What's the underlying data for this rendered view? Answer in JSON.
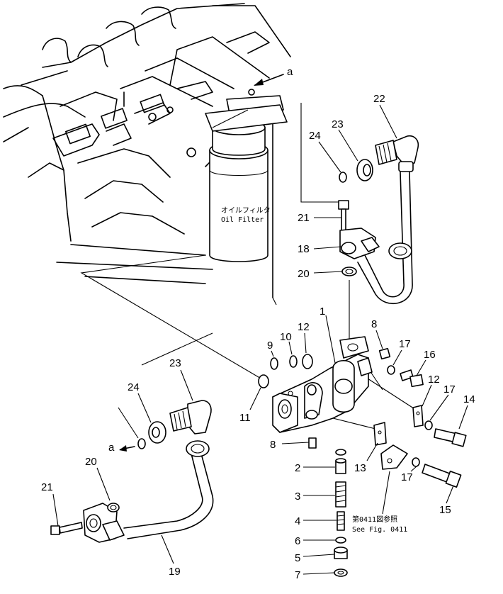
{
  "filter": {
    "label_jp": "オイルフィルタ",
    "label_en": "Oil Filter"
  },
  "ref_note": {
    "line1": "第0411図参照",
    "line2": "See Fig. 0411"
  },
  "view_marker": "a",
  "callouts": [
    {
      "id": "c1",
      "text": "1"
    },
    {
      "id": "c2",
      "text": "2"
    },
    {
      "id": "c3",
      "text": "3"
    },
    {
      "id": "c4",
      "text": "4"
    },
    {
      "id": "c5",
      "text": "5"
    },
    {
      "id": "c6",
      "text": "6"
    },
    {
      "id": "c7",
      "text": "7"
    },
    {
      "id": "c8a",
      "text": "8"
    },
    {
      "id": "c8b",
      "text": "8"
    },
    {
      "id": "c9",
      "text": "9"
    },
    {
      "id": "c10",
      "text": "10"
    },
    {
      "id": "c11",
      "text": "11"
    },
    {
      "id": "c12",
      "text": "12"
    },
    {
      "id": "c13a",
      "text": "13"
    },
    {
      "id": "c13b",
      "text": "13"
    },
    {
      "id": "c14",
      "text": "14"
    },
    {
      "id": "c15",
      "text": "15"
    },
    {
      "id": "c16",
      "text": "16"
    },
    {
      "id": "c17a",
      "text": "17"
    },
    {
      "id": "c17b",
      "text": "17"
    },
    {
      "id": "c17c",
      "text": "17"
    },
    {
      "id": "c18",
      "text": "18"
    },
    {
      "id": "c19",
      "text": "19"
    },
    {
      "id": "c20a",
      "text": "20"
    },
    {
      "id": "c20b",
      "text": "20"
    },
    {
      "id": "c21a",
      "text": "21"
    },
    {
      "id": "c21b",
      "text": "21"
    },
    {
      "id": "c22a",
      "text": "22"
    },
    {
      "id": "c22b",
      "text": "22"
    },
    {
      "id": "c23a",
      "text": "23"
    },
    {
      "id": "c23b",
      "text": "23"
    },
    {
      "id": "c24a",
      "text": "24"
    },
    {
      "id": "c24b",
      "text": "24"
    }
  ]
}
